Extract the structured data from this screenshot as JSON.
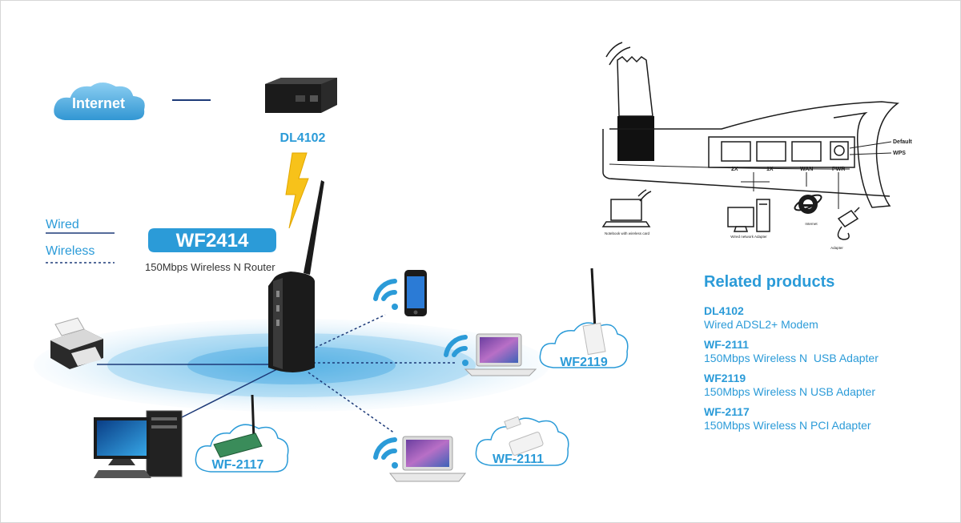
{
  "internet_label": "Internet",
  "modem_label": "DL4102",
  "legend": {
    "wired": "Wired",
    "wireless": "Wireless"
  },
  "router": {
    "model": "WF2414",
    "subtitle": "150Mbps Wireless N Router"
  },
  "clients": {
    "wf2119": "WF2119",
    "wf2117": "WF-2117",
    "wf2111": "WF-2111"
  },
  "back_panel": {
    "ports": {
      "p2x": "2X",
      "p1x": "1X",
      "wan": "WAN",
      "pwr": "PWR"
    },
    "buttons": {
      "default": "Default",
      "wps": "WPS"
    },
    "captions": {
      "notebook": "Notebook with wireless card",
      "computer": "Wired network Adapter",
      "internet": "Internet",
      "adapter": "Adapter"
    }
  },
  "related": {
    "heading": "Related products",
    "items": [
      {
        "name": "DL4102",
        "desc": "Wired ADSL2+ Modem"
      },
      {
        "name": "WF-2111",
        "desc": "150Mbps Wireless N  USB Adapter"
      },
      {
        "name": "WF2119",
        "desc": "150Mbps Wireless N USB Adapter"
      },
      {
        "name": "WF-2117",
        "desc": "150Mbps Wireless N PCI Adapter"
      }
    ]
  },
  "colors": {
    "accent": "#2b9bd8",
    "line": "#1d3a78",
    "router": "#1b1b1b"
  }
}
